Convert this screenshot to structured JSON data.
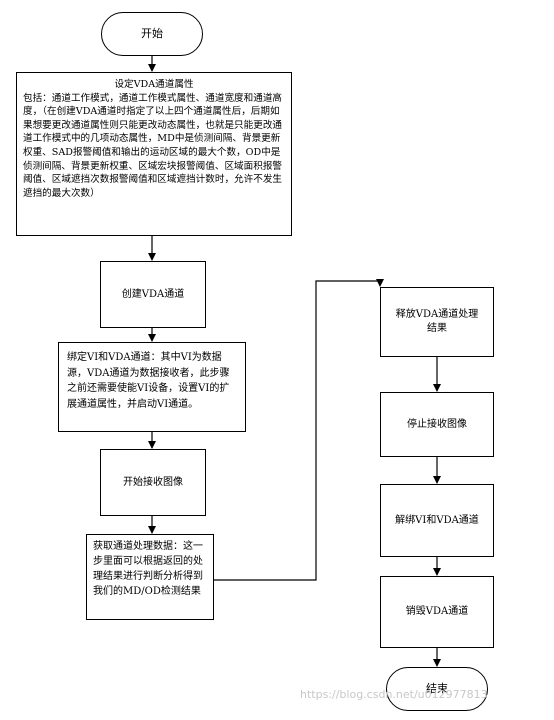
{
  "nodes": {
    "start": "开始",
    "set_attr_title": "设定VDA通道属性",
    "set_attr_body": "包括：通道工作模式，通道工作模式属性、通道宽度和通道高度，（在创建VDA通道时指定了以上四个通道属性后，后期如果想要更改通道属性则只能更改动态属性，也就是只能更改通道工作模式中的几项动态属性，MD中是侦测间隔、背景更新权重、SAD报警阈值和输出的运动区域的最大个数，OD中是侦测间隔、背景更新权重、区域宏块报警阈值、区域面积报警阈值、区域遮挡次数报警阈值和区域遮挡计数时，允许不发生遮挡的最大次数）",
    "create_channel": "创建VDA通道",
    "bind_vi": "绑定VI和VDA通道：其中VI为数据源，VDA通道为数据接收者，此步骤之前还需要使能VI设备，设置VI的扩展通道属性，并启动VI通道。",
    "start_receive": "开始接收图像",
    "get_result": "获取通道处理数据：这一步里面可以根据返回的处理结果进行判断分析得到我们的MD/OD检测结果",
    "release_result": "释放VDA通道处理结果",
    "stop_receive": "停止接收图像",
    "unbind": "解绑VI和VDA通道",
    "destroy": "销毁VDA通道",
    "end": "结束"
  },
  "watermark": "https://blog.csdn.net/u012977813"
}
